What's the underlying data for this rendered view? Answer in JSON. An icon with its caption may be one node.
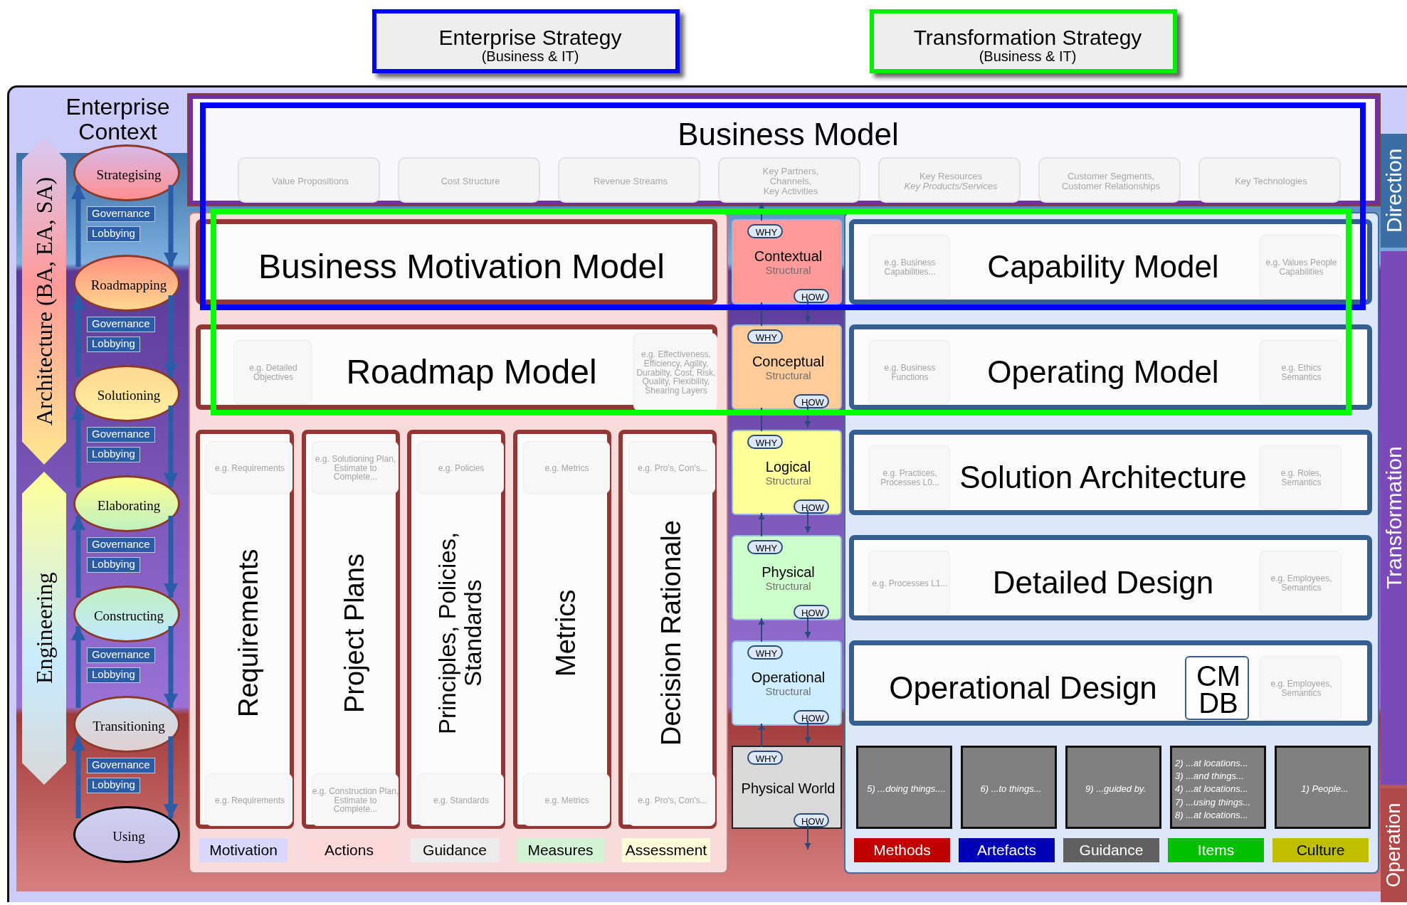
{
  "diagram": {
    "nodes": [
      {
        "text": [
          "Enterprise Strategy",
          "(Business & IT)"
        ]
      },
      {
        "text": [
          "Transformation Strategy",
          "(Business & IT)"
        ]
      },
      {
        "text": [
          "Enterprise Context"
        ]
      },
      {
        "text": [
          "Architecture (BA, EA, SA)"
        ],
        "in": 2
      },
      {
        "text": [
          "Engineering"
        ],
        "in": 2
      },
      {
        "text": [
          "Strategising"
        ],
        "in": 2
      },
      {
        "text": [
          "Roadmapping"
        ],
        "in": 2
      },
      {
        "text": [
          "Solutioning"
        ],
        "in": 2
      },
      {
        "text": [
          "Elaborating"
        ],
        "in": 2
      },
      {
        "text": [
          "Constructing"
        ],
        "in": 2
      },
      {
        "text": [
          "Transitioning"
        ],
        "in": 2
      },
      {
        "text": [
          "Using"
        ],
        "in": 2
      },
      {
        "text": [
          "Business Model"
        ],
        "in": 2
      },
      {
        "text": [
          "Value Propositions"
        ],
        "in": 12
      },
      {
        "text": [
          "Cost Structure"
        ],
        "in": 12
      },
      {
        "text": [
          "Revenue Streams"
        ],
        "in": 12
      },
      {
        "text": [
          "Key Partners,",
          "Channels,",
          "Key Activities"
        ],
        "in": 12
      },
      {
        "text": [
          "Key Resources",
          "Key Products/Services"
        ],
        "in": 12
      },
      {
        "text": [
          "Customer Segments,",
          "Customer Relationships"
        ],
        "in": 12
      },
      {
        "text": [
          "Key Technologies"
        ],
        "in": 12
      },
      {
        "text": [
          "Business Motivation Model"
        ],
        "in": 2
      },
      {
        "text": [
          "Roadmap Model"
        ],
        "in": 2
      },
      {
        "text": [
          "e.g. Detailed Objectives"
        ],
        "in": 21
      },
      {
        "text": [
          "e.g. Effectiveness, Efficiency, Agility, Durabilty, Cost, Risk, Quality, Flexibility, Shearing Layers"
        ],
        "in": 21
      },
      {
        "text": [
          "Requirements"
        ],
        "in": 2
      },
      {
        "text": [
          "e.g. Requirements"
        ],
        "in": 24
      },
      {
        "text": [
          "e.g. Requirements"
        ],
        "in": 24
      },
      {
        "text": [
          "Project Plans"
        ],
        "in": 2
      },
      {
        "text": [
          "e.g. Solutioning Plan, Estimate to Complete..."
        ],
        "in": 27
      },
      {
        "text": [
          "e.g. Construction Plan, Estimate to Complete..."
        ],
        "in": 27
      },
      {
        "text": [
          "Principles, Policies, Standards"
        ],
        "in": 2
      },
      {
        "text": [
          "e.g. Policies"
        ],
        "in": 30
      },
      {
        "text": [
          "e.g. Standards"
        ],
        "in": 30
      },
      {
        "text": [
          "Metrics"
        ],
        "in": 2
      },
      {
        "text": [
          "e.g. Metrics"
        ],
        "in": 33
      },
      {
        "text": [
          "e.g. Metrics"
        ],
        "in": 33
      },
      {
        "text": [
          "Decision Rationale"
        ],
        "in": 2
      },
      {
        "text": [
          "e.g. Pro's, Con's..."
        ],
        "in": 36
      },
      {
        "text": [
          "e.g. Pro's, Con's..."
        ],
        "in": 36
      },
      {
        "text": [
          "Contextual",
          "Structural"
        ],
        "in": 2
      },
      {
        "text": [
          "WHY"
        ],
        "in": 39
      },
      {
        "text": [
          "HOW"
        ],
        "in": 39
      },
      {
        "text": [
          "Conceptual",
          "Structural"
        ],
        "in": 2
      },
      {
        "text": [
          "WHY"
        ],
        "in": 42
      },
      {
        "text": [
          "HOW"
        ],
        "in": 42
      },
      {
        "text": [
          "Logical",
          "Structural"
        ],
        "in": 2
      },
      {
        "text": [
          "WHY"
        ],
        "in": 45
      },
      {
        "text": [
          "HOW"
        ],
        "in": 45
      },
      {
        "text": [
          "Physical",
          "Structural"
        ],
        "in": 2
      },
      {
        "text": [
          "WHY"
        ],
        "in": 48
      },
      {
        "text": [
          "HOW"
        ],
        "in": 48
      },
      {
        "text": [
          "Operational",
          "Structural"
        ],
        "in": 2
      },
      {
        "text": [
          "WHY"
        ],
        "in": 51
      },
      {
        "text": [
          "HOW"
        ],
        "in": 51
      },
      {
        "text": [
          "Physical World"
        ],
        "in": 2
      },
      {
        "text": [
          "WHY"
        ],
        "in": 54
      },
      {
        "text": [
          "HOW"
        ],
        "in": 54
      },
      {
        "text": [
          "Capability Model"
        ],
        "in": 2
      },
      {
        "text": [
          "e.g. Business Capabilities..."
        ],
        "in": 57
      },
      {
        "text": [
          "e.g. Values People Capabilities"
        ],
        "in": 57
      },
      {
        "text": [
          "Operating Model"
        ],
        "in": 2
      },
      {
        "text": [
          "e.g. Business Functions"
        ],
        "in": 60
      },
      {
        "text": [
          "e.g. Ethics Semantics"
        ],
        "in": 60
      },
      {
        "text": [
          "Solution Architecture"
        ],
        "in": 2
      },
      {
        "text": [
          "e.g. Practices, Processes L0..."
        ],
        "in": 63
      },
      {
        "text": [
          "e.g. Roles, Semantics"
        ],
        "in": 63
      },
      {
        "text": [
          "Detailed Design"
        ],
        "in": 2
      },
      {
        "text": [
          "e.g. Processes L1..."
        ],
        "in": 66
      },
      {
        "text": [
          "e.g. Employees, Semantics"
        ],
        "in": 66
      },
      {
        "text": [
          "Operational Design"
        ],
        "in": 2
      },
      {
        "text": [
          "CM DB"
        ],
        "in": 69
      },
      {
        "text": [
          "e.g. Employees, Semantics"
        ],
        "in": 69
      },
      {
        "text": [
          "5) ...doing things...."
        ],
        "in": 2
      },
      {
        "text": [
          "6) ...to things..."
        ],
        "in": 2
      },
      {
        "text": [
          "9) ...guided by."
        ],
        "in": 2
      },
      {
        "text": [
          "2) ...at locations...",
          "3) ...and things...",
          "4) ...at locations...",
          "7) ...using things...",
          "8) ...at locations..."
        ],
        "in": 2
      },
      {
        "text": [
          "1) People..."
        ],
        "in": 2
      },
      {
        "text": [
          "Direction"
        ],
        "in": 2
      },
      {
        "text": [
          "Transformation"
        ],
        "in": 2
      },
      {
        "text": [
          "Operation"
        ],
        "in": 2
      }
    ],
    "edges": [
      {
        "from": 5,
        "to": 6,
        "arrow": "to",
        "label": "Governance",
        "style": "thick"
      },
      {
        "from": 6,
        "to": 5,
        "arrow": "to",
        "label": "Lobbying",
        "style": "thick"
      },
      {
        "from": 6,
        "to": 7,
        "arrow": "to",
        "label": "Governance",
        "style": "thick"
      },
      {
        "from": 7,
        "to": 6,
        "arrow": "to",
        "label": "Lobbying",
        "style": "thick"
      },
      {
        "from": 7,
        "to": 8,
        "arrow": "to",
        "label": "Governance",
        "style": "thick"
      },
      {
        "from": 8,
        "to": 7,
        "arrow": "to",
        "label": "Lobbying",
        "style": "thick"
      },
      {
        "from": 8,
        "to": 9,
        "arrow": "to",
        "label": "Governance",
        "style": "thick"
      },
      {
        "from": 9,
        "to": 8,
        "arrow": "to",
        "label": "Lobbying",
        "style": "thick"
      },
      {
        "from": 9,
        "to": 10,
        "arrow": "to",
        "label": "Governance",
        "style": "thick"
      },
      {
        "from": 10,
        "to": 9,
        "arrow": "to",
        "label": "Lobbying",
        "style": "thick"
      },
      {
        "from": 10,
        "to": 11,
        "arrow": "to",
        "label": "Governance",
        "style": "thick"
      },
      {
        "from": 11,
        "to": 10,
        "arrow": "to",
        "label": "Lobbying",
        "style": "thick"
      },
      {
        "from": 40,
        "to": 12,
        "arrow": "to"
      },
      {
        "from": 41,
        "to": 42,
        "arrow": "to"
      },
      {
        "from": 43,
        "to": 39,
        "arrow": "to"
      },
      {
        "from": 44,
        "to": 45,
        "arrow": "to"
      },
      {
        "from": 46,
        "to": 42,
        "arrow": "to"
      },
      {
        "from": 47,
        "to": 48,
        "arrow": "to"
      },
      {
        "from": 49,
        "to": 45,
        "arrow": "to"
      },
      {
        "from": 50,
        "to": 51,
        "arrow": "to"
      },
      {
        "from": 52,
        "to": 48,
        "arrow": "to"
      },
      {
        "from": 53,
        "to": 54,
        "arrow": "to"
      },
      {
        "from": 55,
        "to": 51,
        "arrow": "to"
      },
      {
        "from": 56,
        "to": null,
        "arrow": "to"
      }
    ],
    "legend": [
      {
        "text": "Motivation",
        "color": "#d8d8ff"
      },
      {
        "text": "Actions",
        "color": "#ffd8d8"
      },
      {
        "text": "Guidance",
        "color": "#ececec"
      },
      {
        "text": "Measures",
        "color": "#d4f2d4"
      },
      {
        "text": "Assessment",
        "color": "#fffbd8"
      },
      {
        "text": "Methods",
        "color": "#c00000"
      },
      {
        "text": "Artefacts",
        "color": "#0000b8"
      },
      {
        "text": "Guidance",
        "color": "#606060"
      },
      {
        "text": "Items",
        "color": "#00c000"
      },
      {
        "text": "Culture",
        "color": "#bfbf00"
      }
    ]
  }
}
